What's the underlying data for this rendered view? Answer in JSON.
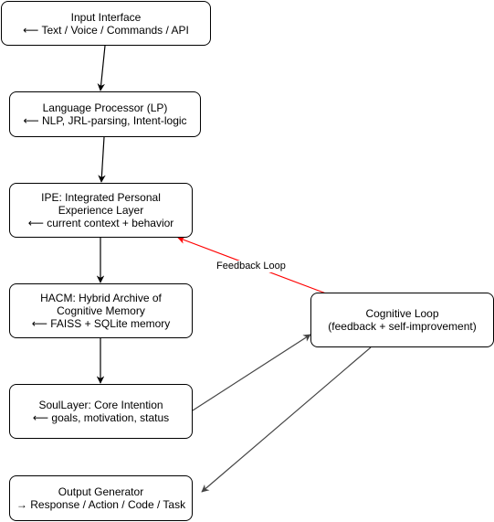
{
  "nodes": {
    "input": {
      "line1": "Input Interface",
      "line2": "⟵ Text / Voice / Commands / API"
    },
    "lp": {
      "line1": "Language Processor (LP)",
      "line2": "⟵ NLP, JRL-parsing, Intent-logic"
    },
    "ipe": {
      "line1": "IPE: Integrated Personal",
      "line2": "Experience Layer",
      "line3": "⟵ current context + behavior"
    },
    "hacm": {
      "line1": "HACM: Hybrid Archive of",
      "line2": "Cognitive Memory",
      "line3": "⟵ FAISS + SQLite memory"
    },
    "soul": {
      "line1": "SoulLayer: Core Intention",
      "line2": "⟵ goals, motivation, status"
    },
    "output": {
      "line1": "Output Generator",
      "line2": "→ Response / Action / Code / Task"
    },
    "cognitive": {
      "line1": "Cognitive Loop",
      "line2": "(feedback + self-improvement)"
    }
  },
  "edges": {
    "feedback_label": "Feedback Loop"
  },
  "colors": {
    "node_border": "#000000",
    "edge_default": "#000000",
    "edge_grey": "#444444",
    "edge_feedback": "#ff0000"
  }
}
